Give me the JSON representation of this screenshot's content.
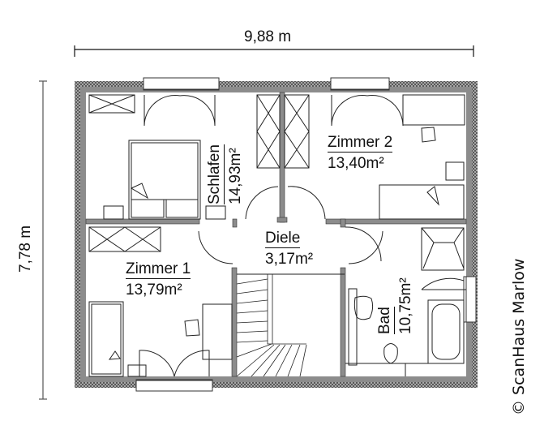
{
  "plan": {
    "width_dimension": "9,88 m",
    "height_dimension": "7,78 m",
    "copyright": "© ScanHaus Marlow",
    "colors": {
      "wall": "#8c8c8c",
      "wall_hatch": "#555555",
      "line": "#111111",
      "furniture": "#333333",
      "background": "#ffffff"
    },
    "rooms": [
      {
        "id": "schlafen",
        "name": "Schlafen",
        "area": "14,93m²",
        "orientation": "vertical"
      },
      {
        "id": "zimmer2",
        "name": "Zimmer 2",
        "area": "13,40m²",
        "orientation": "horizontal"
      },
      {
        "id": "diele",
        "name": "Diele",
        "area": "3,17m²",
        "orientation": "horizontal"
      },
      {
        "id": "zimmer1",
        "name": "Zimmer 1",
        "area": "13,79m²",
        "orientation": "horizontal"
      },
      {
        "id": "bad",
        "name": "Bad",
        "area": "10,75m²",
        "orientation": "vertical"
      }
    ]
  }
}
